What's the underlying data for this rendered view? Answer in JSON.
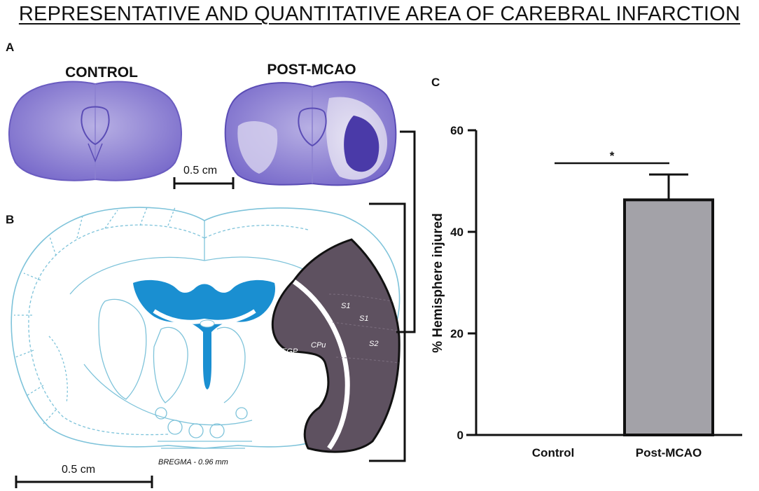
{
  "title": "REPRESENTATIVE AND QUANTITATIVE AREA OF CAREBRAL INFARCTION",
  "panels": {
    "a": "A",
    "b": "B",
    "c": "C"
  },
  "panel_a": {
    "control_label": "CONTROL",
    "post_label": "POST-MCAO",
    "scale_label": "0.5 cm"
  },
  "panel_b": {
    "scale_label": "0.5 cm",
    "bregma_label": "BREGMA - 0.96 mm",
    "regions": [
      "S1",
      "S1",
      "S2",
      "CPu",
      "EGP"
    ]
  },
  "colors": {
    "stain": "#7a6ccb",
    "stain_dark": "#4a3aa8",
    "atlas_line": "#7ec3da",
    "ventricle": "#1a8fd1",
    "infarct": "#5e5160",
    "bar_fill": "#a3a2a8"
  },
  "chart_data": {
    "type": "bar",
    "categories": [
      "Control",
      "Post-MCAO"
    ],
    "values": [
      0,
      46.3
    ],
    "errors": [
      0,
      5
    ],
    "ylabel": "% Hemisphere injured",
    "ylim": [
      0,
      60
    ],
    "yticks": [
      0,
      20,
      40,
      60
    ],
    "significance": "*",
    "grid": false
  }
}
